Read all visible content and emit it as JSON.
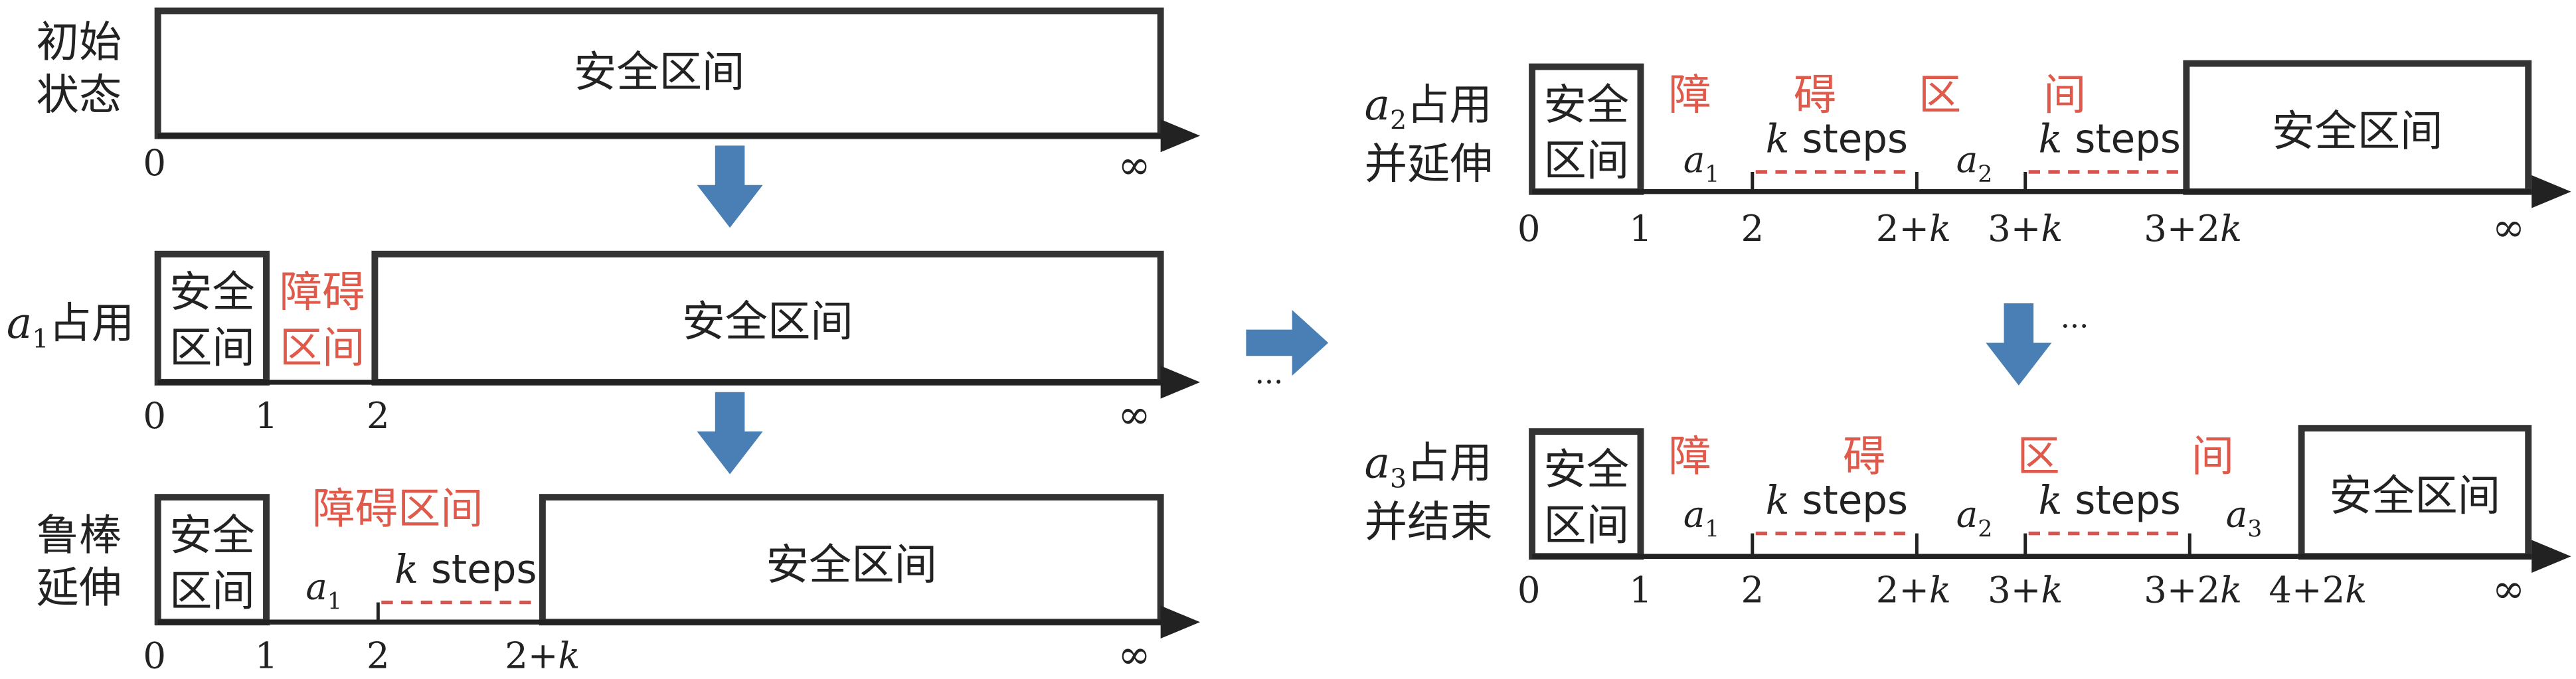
{
  "colors": {
    "black": "#222222",
    "red": "#e05a4b",
    "arrow_blue": "#4a7fb5"
  },
  "labels": {
    "safe": "安全区间",
    "safe_line1": "安全",
    "safe_line2": "区间",
    "obstacle": "障碍区间",
    "obstacle_line1": "障碍",
    "obstacle_line2": "区间",
    "obs_ch1": "障",
    "obs_ch2": "碍",
    "obs_ch3": "区",
    "obs_ch4": "间",
    "k": "k",
    "steps": " steps",
    "a": "a",
    "sub1": "1",
    "sub2": "2",
    "sub3": "3",
    "ellipsis": "···",
    "infinity": "∞"
  },
  "ticks": {
    "t0": "0",
    "t1": "1",
    "t2": "2",
    "t2k_num": "2+",
    "t3k_num": "3+",
    "t32k_num": "3+2",
    "t42k_num": "4+2",
    "k": "k"
  },
  "rows": {
    "initial": {
      "title_line1": "初始",
      "title_line2": "状态"
    },
    "a1": {
      "title_suffix": "占用"
    },
    "robust": {
      "title_line1": "鲁棒",
      "title_line2": "延伸"
    },
    "a2": {
      "title_line1_suffix": "占用",
      "title_line2": "并延伸"
    },
    "a3": {
      "title_line1_suffix": "占用",
      "title_line2": "并结束"
    }
  }
}
